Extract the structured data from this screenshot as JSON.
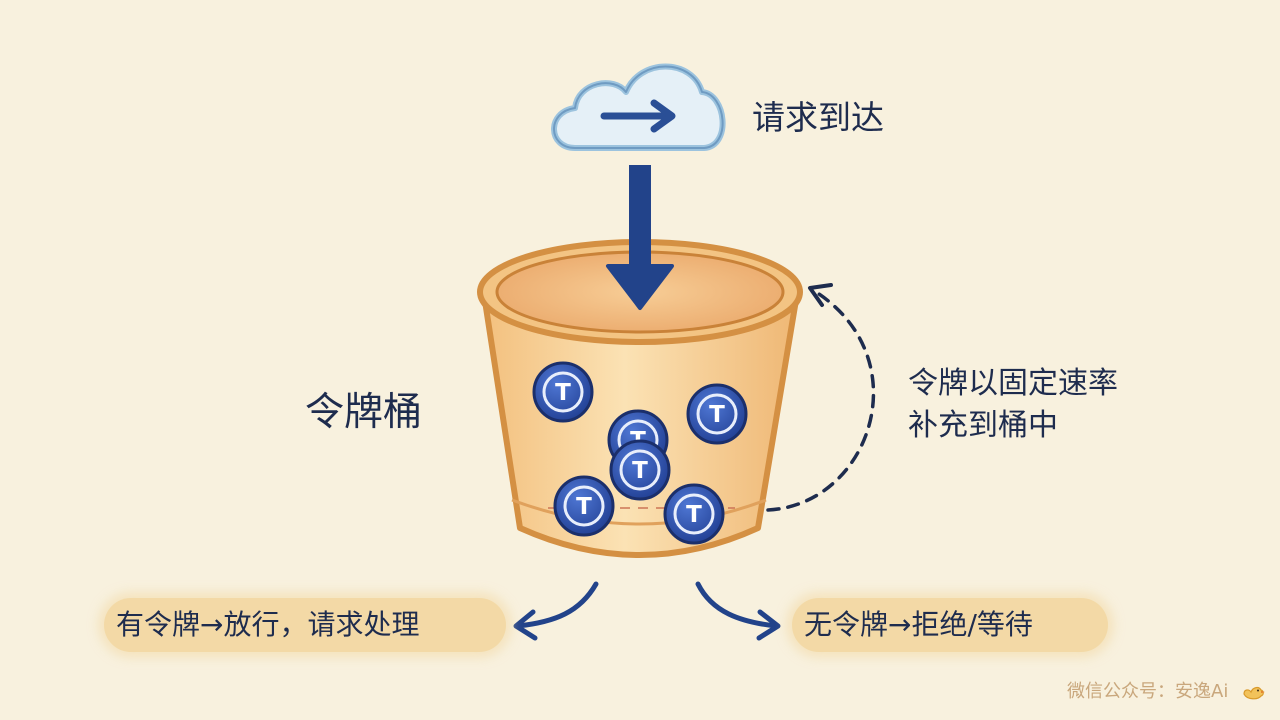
{
  "request": {
    "label": "请求到达"
  },
  "bucket": {
    "label": "令牌桶",
    "token_symbol": "T",
    "token_count": 6
  },
  "refill": {
    "line1": "令牌以固定速率",
    "line2": "补充到桶中"
  },
  "outcomes": {
    "pass": "有令牌→放行，请求处理",
    "reject": "无令牌→拒绝/等待"
  },
  "watermark": {
    "text": "微信公众号：安逸Ai"
  },
  "colors": {
    "background": "#f8f1de",
    "bucket_outline": "#d49043",
    "bucket_fill": "#f4c88a",
    "arrow": "#22438a",
    "token": "#2c52b3",
    "cloud": "#b7d6ea",
    "label_highlight": "#f3d9a6",
    "text": "#1e2c4e"
  }
}
